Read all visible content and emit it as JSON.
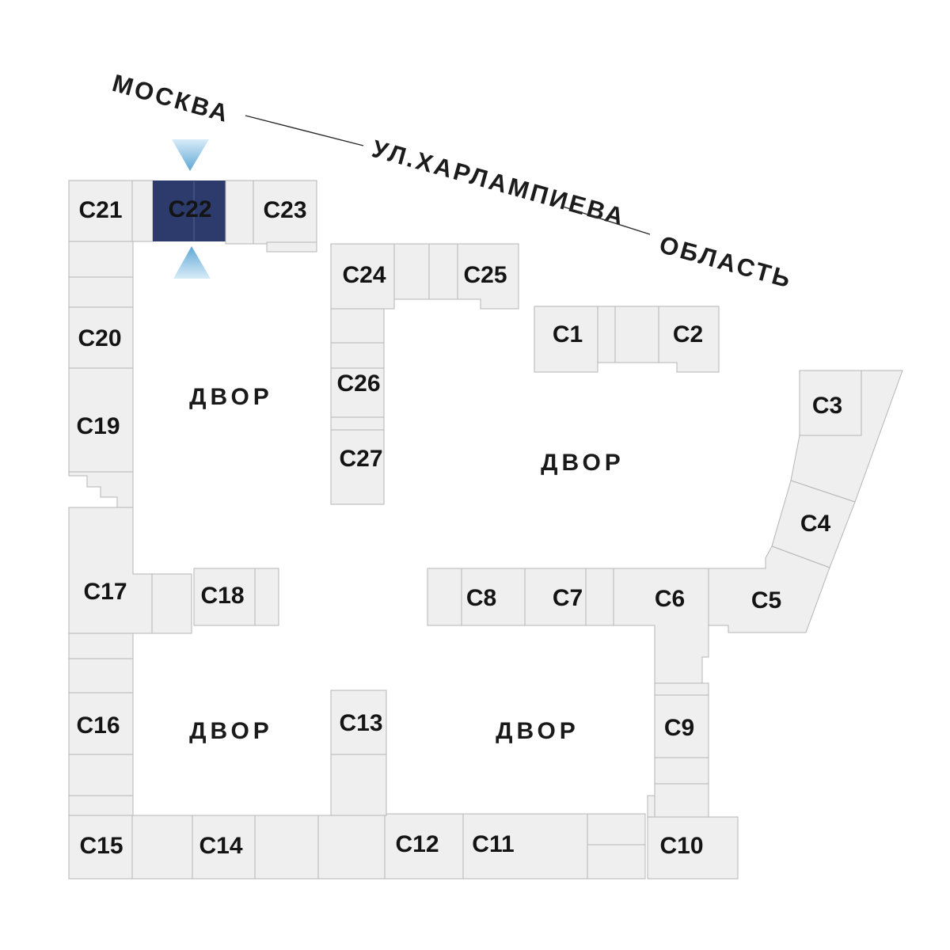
{
  "legend": {
    "city_label": "МОСКВА",
    "street_label": "УЛ.ХАРЛАМПИЕВА",
    "region_label": "ОБЛАСТЬ"
  },
  "labels": {
    "courtyard": "ДВОР"
  },
  "selected_building": "С22",
  "colors": {
    "highlight_fill": "#2c3b6c",
    "highlight_divider": "#55628e",
    "highlight_text": "#f5f7fa",
    "arrow_light": "#d8ecf8",
    "arrow_dark": "#5ea7d5",
    "building_fill": "#efefef",
    "building_stroke": "#b5b5b5",
    "label_color": "#141414",
    "street_color": "#1c1c1c"
  },
  "buildings": {
    "c1": {
      "label": "С1"
    },
    "c2": {
      "label": "С2"
    },
    "c3": {
      "label": "С3"
    },
    "c4": {
      "label": "С4"
    },
    "c5": {
      "label": "С5"
    },
    "c6": {
      "label": "С6"
    },
    "c7": {
      "label": "С7"
    },
    "c8": {
      "label": "С8"
    },
    "c9": {
      "label": "С9"
    },
    "c10": {
      "label": "С10"
    },
    "c11": {
      "label": "С11"
    },
    "c12": {
      "label": "С12"
    },
    "c13": {
      "label": "С13"
    },
    "c14": {
      "label": "С14"
    },
    "c15": {
      "label": "С15"
    },
    "c16": {
      "label": "С16"
    },
    "c17": {
      "label": "С17"
    },
    "c18": {
      "label": "С18"
    },
    "c19": {
      "label": "С19"
    },
    "c20": {
      "label": "С20"
    },
    "c21": {
      "label": "С21"
    },
    "c22": {
      "label": "С22"
    },
    "c23": {
      "label": "С23"
    },
    "c24": {
      "label": "С24"
    },
    "c25": {
      "label": "С25"
    },
    "c26": {
      "label": "С26"
    },
    "c27": {
      "label": "С27"
    }
  }
}
